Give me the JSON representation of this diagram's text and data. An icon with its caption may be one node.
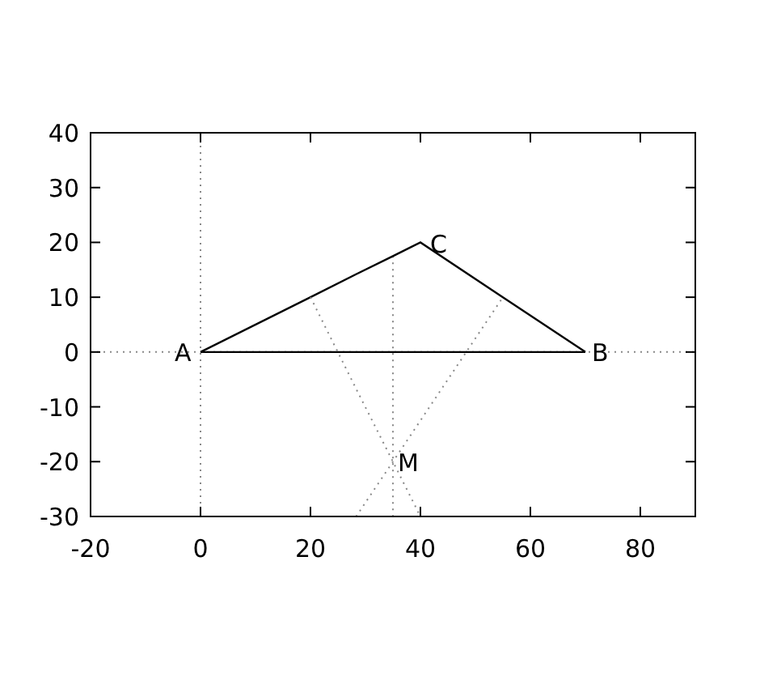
{
  "diagram": {
    "labels": [
      "A",
      "B",
      "C",
      "M"
    ],
    "chart_data": {
      "type": "line",
      "x": [
        0,
        20,
        28.3,
        35,
        40,
        55,
        70
      ],
      "series": [
        {
          "color": "#000000",
          "values": [
            0,
            10,
            14.2,
            17.5,
            20,
            10,
            0
          ]
        },
        {
          "color": "#000000",
          "values": [
            0,
            0,
            0,
            0,
            0,
            0,
            0
          ]
        },
        {
          "color": "#888888",
          "line_style": "dotted",
          "values": [
            null,
            10,
            -6.7,
            -20,
            -30,
            null,
            null
          ]
        },
        {
          "color": "#888888",
          "line_style": "dotted",
          "values": [
            null,
            null,
            -30,
            -20,
            -12.5,
            10,
            null
          ]
        }
      ],
      "ref_lines": [
        {
          "axis": "x",
          "value": 0,
          "color": "#888888"
        },
        {
          "axis": "y",
          "value": 0,
          "color": "#888888"
        },
        {
          "axis": "x",
          "value": 35,
          "color": "#888888"
        }
      ],
      "xlim": [
        -20,
        90
      ],
      "ylim": [
        -30,
        40
      ],
      "xticks": [
        -20,
        0,
        20,
        40,
        60,
        80
      ],
      "yticks": [
        -30,
        -20,
        -10,
        0,
        10,
        20,
        30,
        40
      ]
    }
  }
}
